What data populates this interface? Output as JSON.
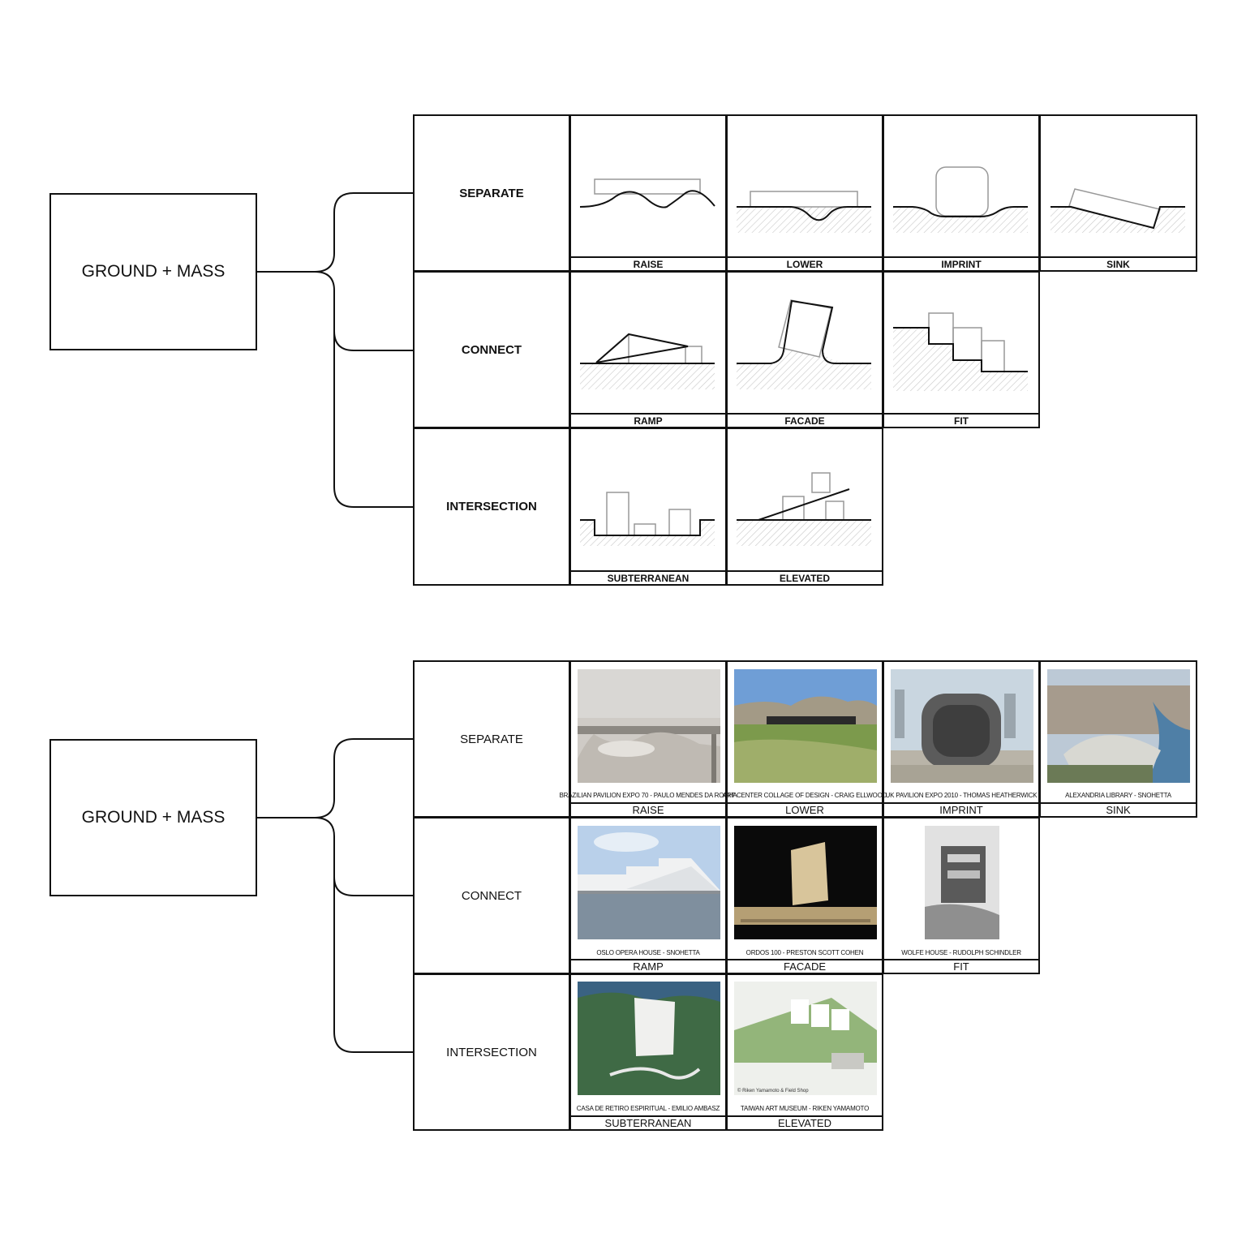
{
  "top": {
    "root_label": "GROUND + MASS",
    "categories": [
      "SEPARATE",
      "CONNECT",
      "INTERSECTION"
    ],
    "labels": {
      "raise": "RAISE",
      "lower": "LOWER",
      "imprint": "IMPRINT",
      "sink": "SINK",
      "ramp": "RAMP",
      "facade": "FACADE",
      "fit": "FIT",
      "subterranean": "SUBTERRANEAN",
      "elevated": "ELEVATED"
    }
  },
  "bottom": {
    "root_label": "GROUND + MASS",
    "categories": [
      "SEPARATE",
      "CONNECT",
      "INTERSECTION"
    ],
    "labels": {
      "raise": "RAISE",
      "lower": "LOWER",
      "imprint": "IMPRINT",
      "sink": "SINK",
      "ramp": "RAMP",
      "facade": "FACADE",
      "fit": "FIT",
      "subterranean": "SUBTERRANEAN",
      "elevated": "ELEVATED"
    },
    "captions": {
      "raise": "BRAZILIAN PAVILION EXPO 70 - PAULO MENDES DA ROCHA",
      "lower": "ART CENTER COLLAGE OF DESIGN - CRAIG ELLWOOD",
      "imprint": "UK PAVILION EXPO 2010 - THOMAS HEATHERWICK",
      "sink": "ALEXANDRIA LIBRARY - SNOHETTA",
      "ramp": "OSLO OPERA HOUSE - SNOHETTA",
      "facade": "ORDOS 100 - PRESTON SCOTT COHEN",
      "fit": "WOLFE HOUSE - RUDOLPH SCHINDLER",
      "subterranean": "CASA DE RETIRO ESPIRITUAL - EMILIO AMBASZ",
      "elevated": "TAIWAN ART MUSEUM - RIKEN YAMAMOTO"
    },
    "photo_credit": "© Riken Yamamoto & Field Shop"
  }
}
